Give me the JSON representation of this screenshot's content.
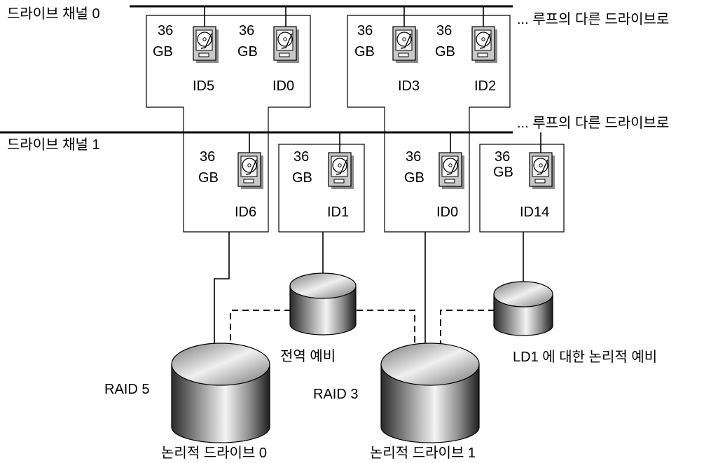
{
  "channels": [
    {
      "label": "드라이브 채널 0",
      "loop_label": "... 루프의 다른 드라이브로"
    },
    {
      "label": "드라이브 채널 1",
      "loop_label": "... 루프의 다른 드라이브로"
    }
  ],
  "drives": [
    {
      "cap1": "36",
      "cap2": "GB",
      "id": "ID5"
    },
    {
      "cap1": "36",
      "cap2": "GB",
      "id": "ID0"
    },
    {
      "cap1": "36",
      "cap2": "GB",
      "id": "ID3"
    },
    {
      "cap1": "36",
      "cap2": "GB",
      "id": "ID2"
    },
    {
      "cap1": "36",
      "cap2": "GB",
      "id": "ID6"
    },
    {
      "cap1": "36",
      "cap2": "GB",
      "id": "ID1"
    },
    {
      "cap1": "36",
      "cap2": "GB",
      "id": "ID0"
    },
    {
      "cap1": "36",
      "cap2": "GB",
      "id": "ID14"
    }
  ],
  "raid_levels": [
    "RAID 5",
    "RAID 3"
  ],
  "logical_drives": [
    "논리적 드라이브 0",
    "논리적 드라이브 1"
  ],
  "spares": [
    "전역 예비",
    "LD1 에 대한 논리적 예비"
  ],
  "icons": {
    "drive": "hard-disk-icon",
    "logical": "cylinder-storage-icon"
  },
  "colors": {
    "line": "#000000",
    "drive_body": "#c0c0c0",
    "drive_face": "#f2f2f2"
  }
}
